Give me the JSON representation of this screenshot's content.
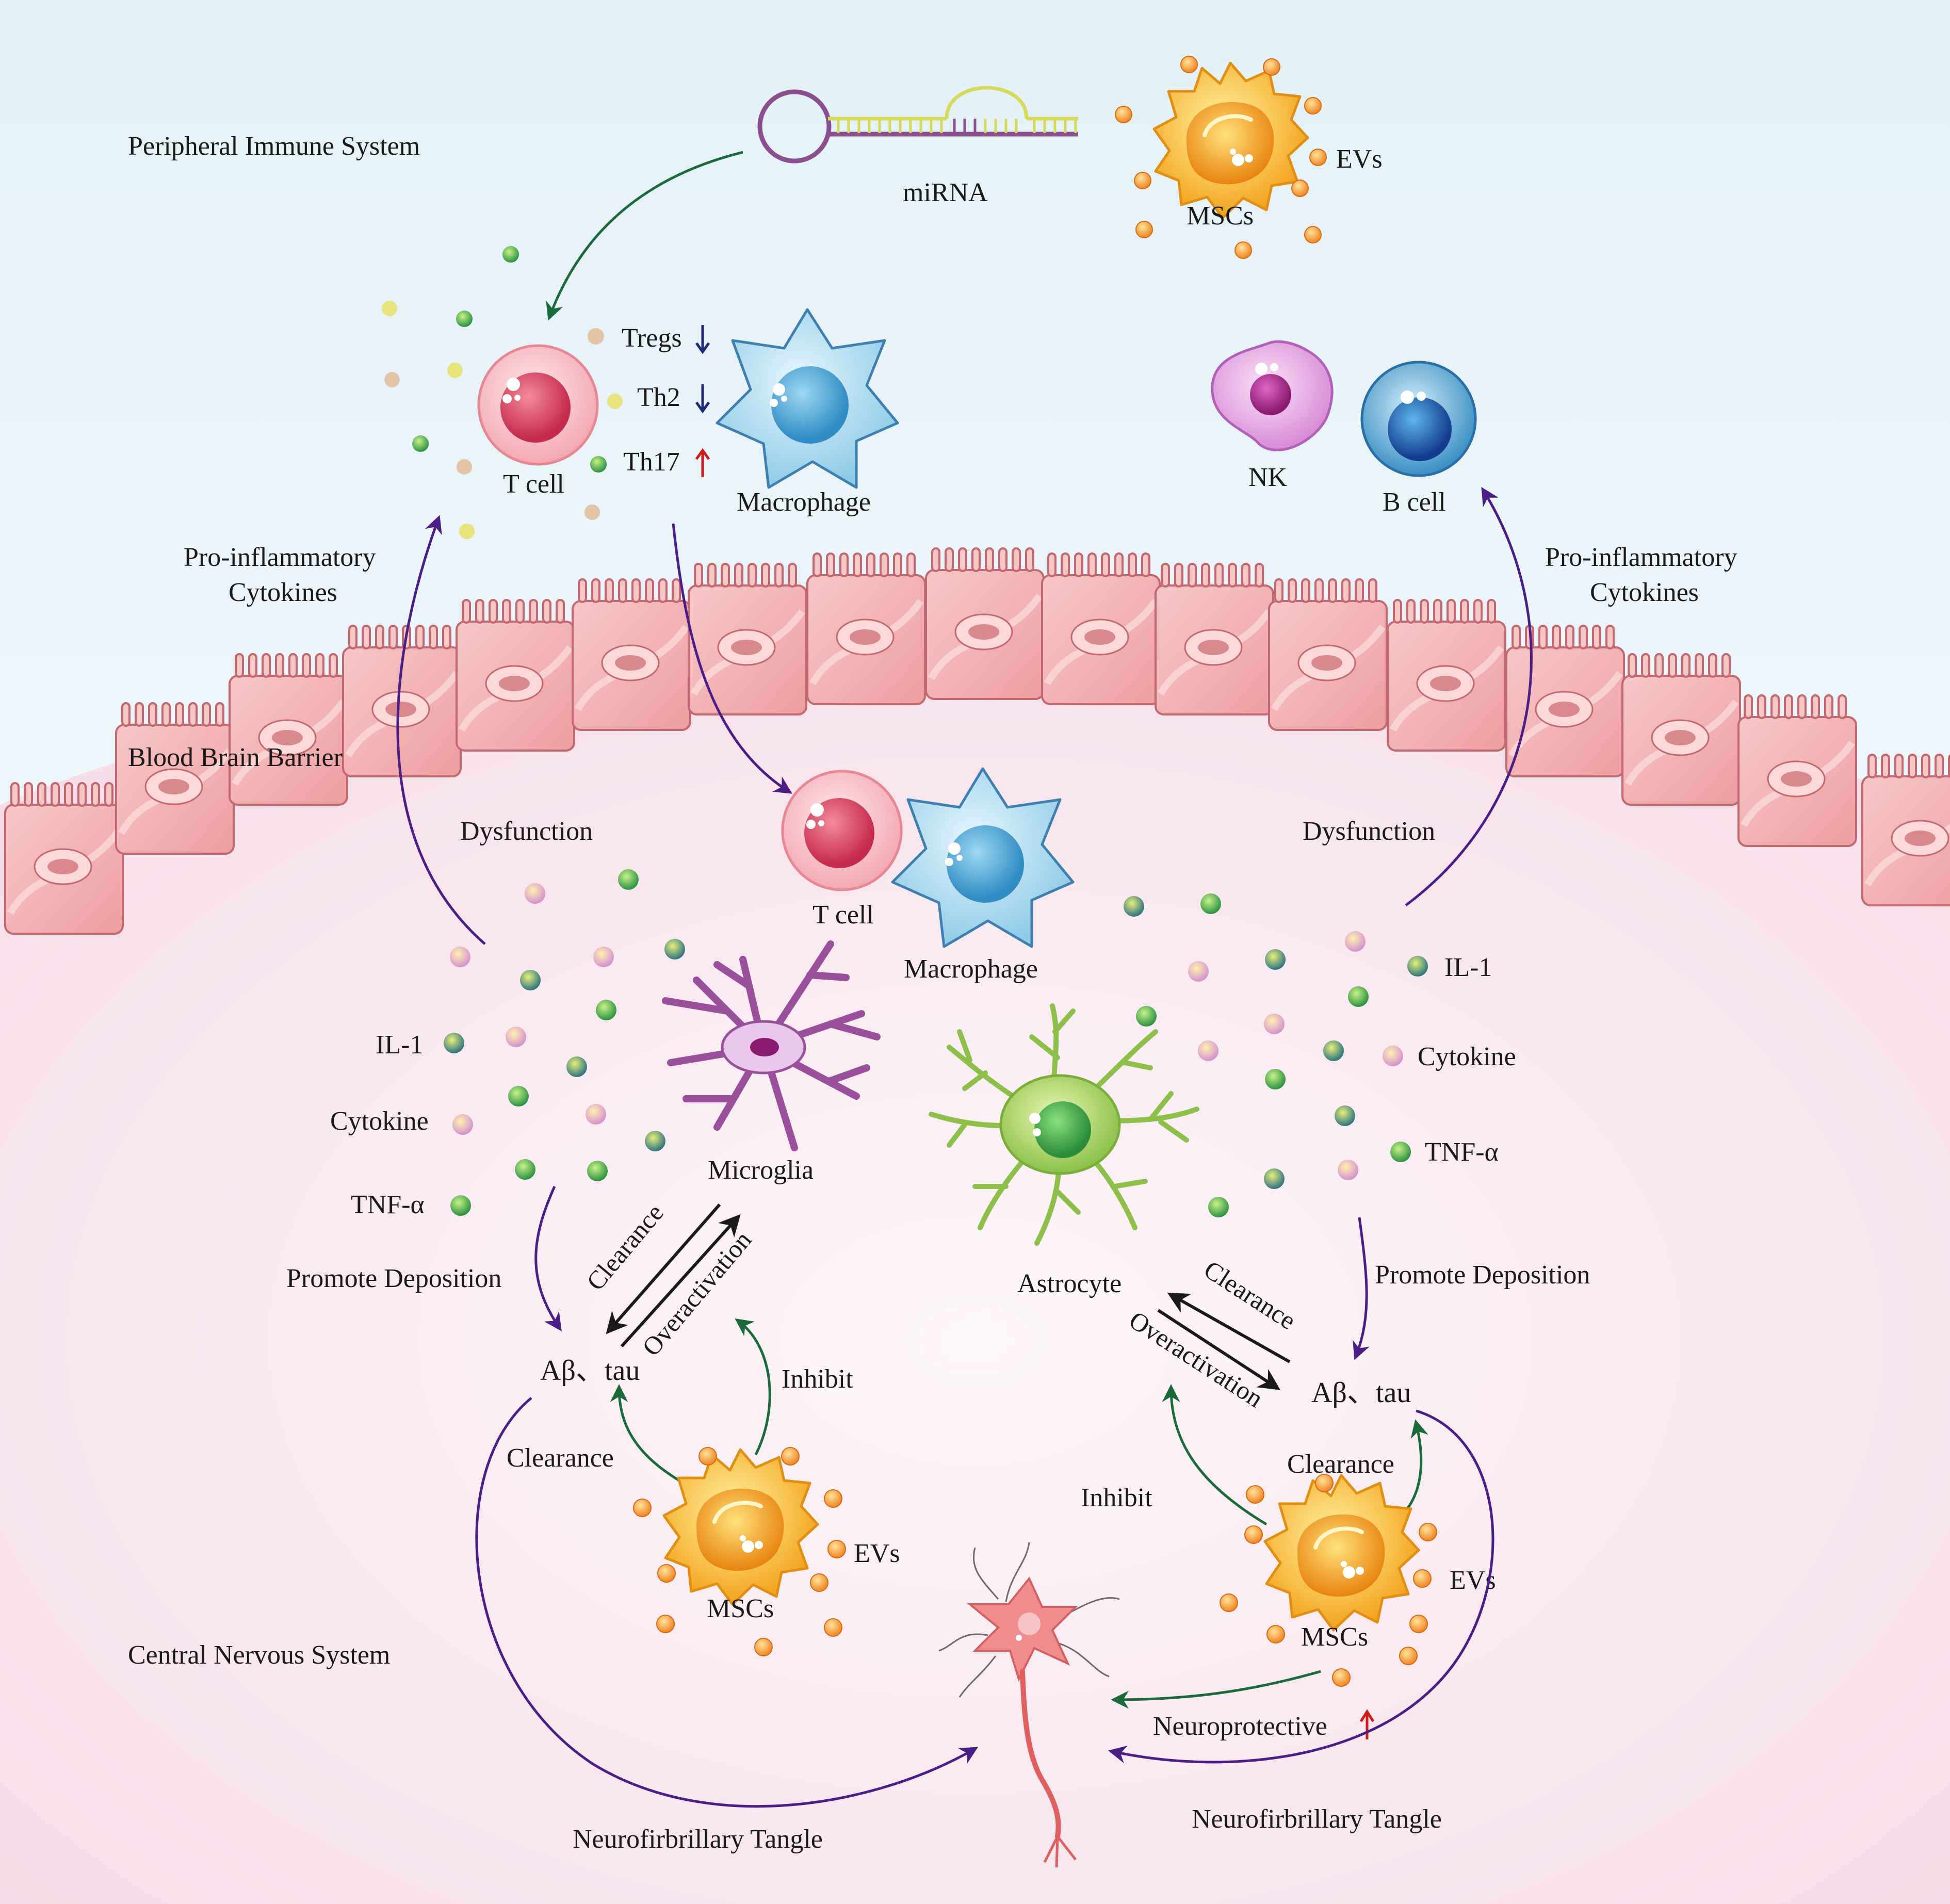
{
  "regions": {
    "peripheral": "Peripheral Immune System",
    "bbb": "Blood Brain Barrier",
    "cns": "Central Nervous System"
  },
  "top": {
    "mirna": "miRNA",
    "mscs": "MSCs",
    "evs": "EVs",
    "t_cell": "T cell",
    "macrophage": "Macrophage",
    "nk": "NK",
    "b_cell": "B cell",
    "tregs": "Tregs",
    "th2": "Th2",
    "th17": "Th17",
    "pro_left_1": "Pro-inflammatory",
    "pro_left_2": "Cytokines",
    "pro_right_1": "Pro-inflammatory",
    "pro_right_2": "Cytokines"
  },
  "middle": {
    "dysfunction_left": "Dysfunction",
    "dysfunction_right": "Dysfunction",
    "t_cell": "T cell",
    "macrophage": "Macrophage"
  },
  "left": {
    "il1": "IL-1",
    "cytokine": "Cytokine",
    "tnf": "TNF-α",
    "microglia": "Microglia",
    "promote": "Promote Deposition",
    "abeta": "Aβ、tau",
    "clearance_diag": "Clearance",
    "overactivation_diag": "Overactivation",
    "inhibit": "Inhibit",
    "clearance": "Clearance",
    "mscs": "MSCs",
    "evs": "EVs",
    "tangle": "Neurofirbrillary Tangle"
  },
  "right": {
    "il1": "IL-1",
    "cytokine": "Cytokine",
    "tnf": "TNF-α",
    "astrocyte": "Astrocyte",
    "promote": "Promote Deposition",
    "abeta": "Aβ、tau",
    "clearance_diag": "Clearance",
    "overactivation_diag": "Overactivation",
    "inhibit": "Inhibit",
    "clearance": "Clearance",
    "mscs": "MSCs",
    "evs": "EVs",
    "neuroprotective": "Neuroprotective",
    "tangle": "Neurofirbrillary Tangle"
  },
  "colors": {
    "arrow_green": "#1b6b3a",
    "arrow_purple": "#4a1e86",
    "arrow_black": "#1a1a1a",
    "down_blue": "#1c2a78",
    "up_red": "#d01a1a",
    "cell_pink": "#f2b9bd",
    "msc_yellow": "#f6b42c",
    "ev_orange": "#f08a22"
  }
}
